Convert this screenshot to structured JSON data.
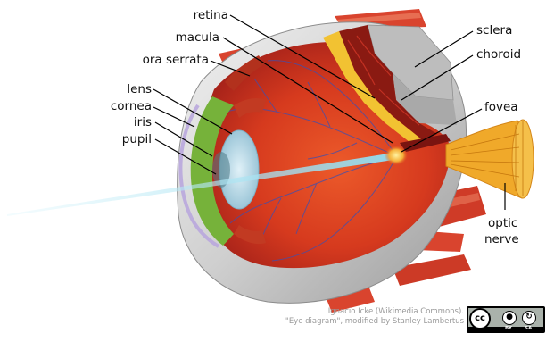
{
  "labels": {
    "retina": "retina",
    "macula": "macula",
    "ora_serrata": "ora serrata",
    "lens": "lens",
    "cornea": "cornea",
    "iris": "iris",
    "pupil": "pupil",
    "sclera": "sclera",
    "choroid": "choroid",
    "fovea": "fovea",
    "optic_nerve_line1": "optic",
    "optic_nerve_line2": "nerve"
  },
  "credit": {
    "line1": "Ignacio Icke (Wikimedia Commons).",
    "line2": "\"Eye diagram\", modified by Stanley Lambertus"
  },
  "license": {
    "cc": "cc",
    "by": "BY",
    "sa": "SA"
  },
  "colors": {
    "retina_interior": "#d9361c",
    "sclera": "#d6d6d6",
    "retina_layer": "#f2c232",
    "choroid": "#8a1a12",
    "muscle": "#d9442e",
    "iris": "#76b23a",
    "lens": "#a9cfe0",
    "light_ray": "#9fe0ef",
    "optic_nerve": "#f0a92a"
  }
}
